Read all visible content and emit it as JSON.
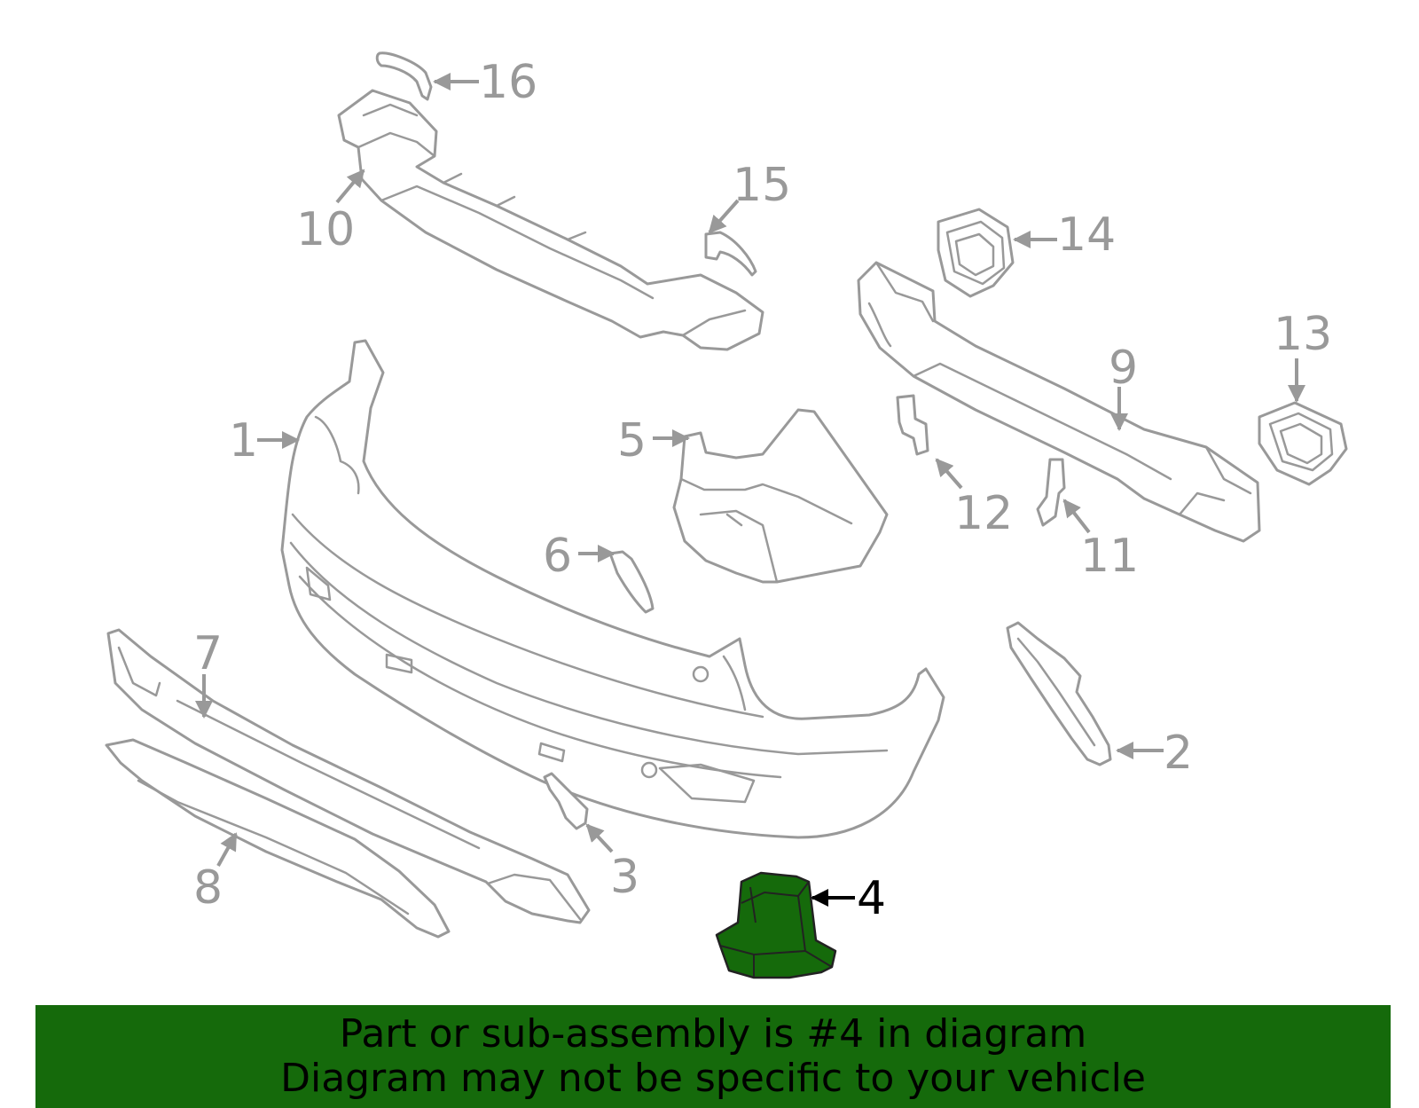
{
  "colors": {
    "highlight": "#156a0b",
    "outline": "#999999",
    "banner": "#156a0b",
    "active_text": "#000000"
  },
  "callouts": {
    "c1": "1",
    "c2": "2",
    "c3": "3",
    "c4": "4",
    "c5": "5",
    "c6": "6",
    "c7": "7",
    "c8": "8",
    "c9": "9",
    "c10": "10",
    "c11": "11",
    "c12": "12",
    "c13": "13",
    "c14": "14",
    "c15": "15",
    "c16": "16"
  },
  "highlighted_part": "4",
  "banner": {
    "line1": "Part or sub-assembly is #4 in diagram",
    "line2": "Diagram may not be specific to your vehicle"
  }
}
